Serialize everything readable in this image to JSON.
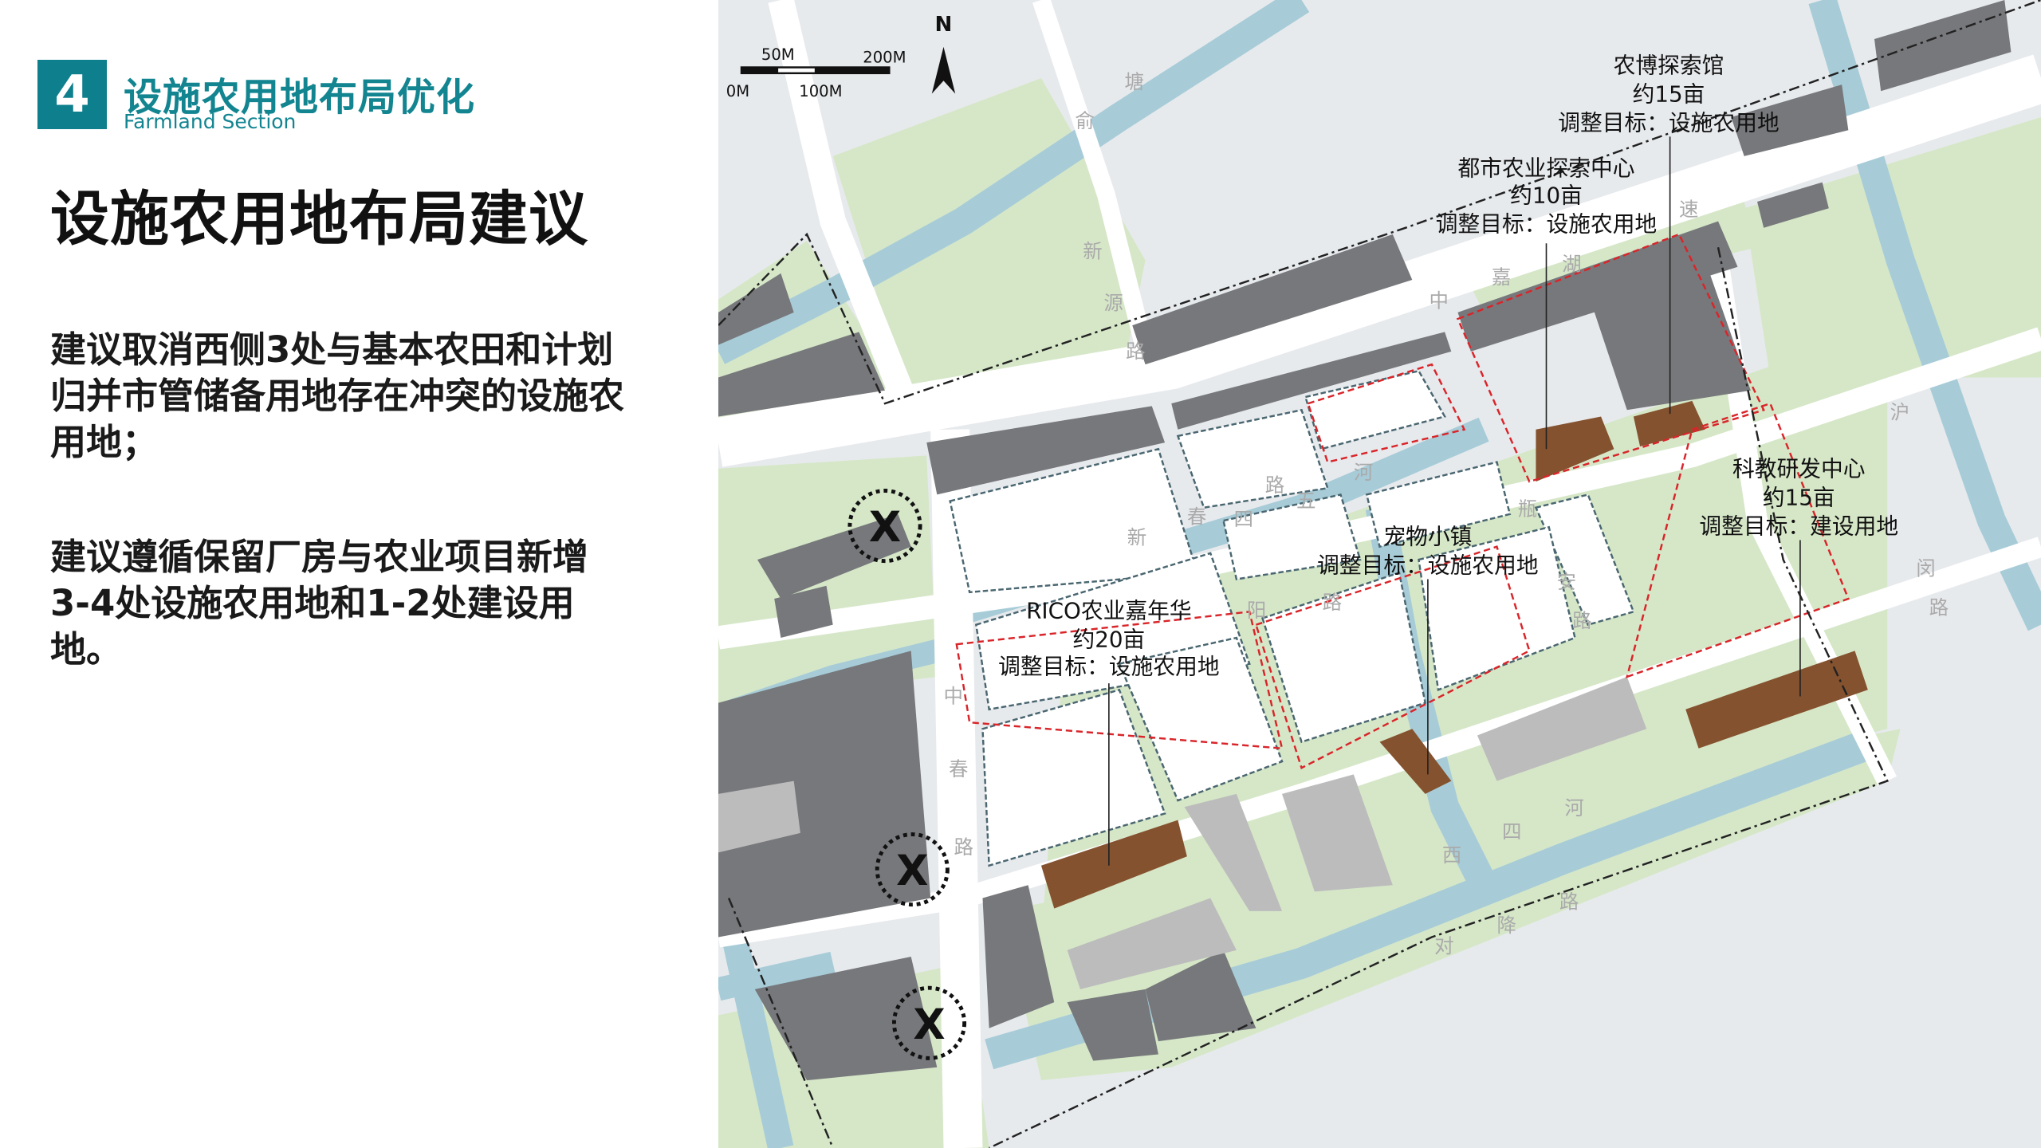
{
  "section": {
    "number": "4",
    "title": "设施农用地布局优化",
    "subtitle": "Farmland Section"
  },
  "page_title": "设施农用地布局建议",
  "paragraphs": [
    "建议取消西侧3处与基本农田和计划归并市管储备用地存在冲突的设施农用地；",
    "建议遵循保留厂房与农业项目新增3-4处设施农用地和1-2处建设用地。"
  ],
  "map": {
    "north_label": "N",
    "scale_labels": [
      "0M",
      "50M",
      "100M",
      "200M"
    ],
    "annotations": [
      {
        "name": "农博探索馆",
        "area": "约15亩",
        "target": "调整目标：设施农用地"
      },
      {
        "name": "都市农业探索中心",
        "area": "约10亩",
        "target": "调整目标：设施农用地"
      },
      {
        "name": "科教研发中心",
        "area": "约15亩",
        "target": "调整目标：建设用地"
      },
      {
        "name": "宠物小镇",
        "target": "调整目标：设施农用地"
      },
      {
        "name": "RICO农业嘉年华",
        "area": "约20亩",
        "target": "调整目标：设施农用地"
      }
    ],
    "road_labels": [
      "俞",
      "塘",
      "新",
      "源",
      "路",
      "中",
      "嘉",
      "湖",
      "速",
      "新",
      "春",
      "四",
      "路",
      "五",
      "河",
      "瓶",
      "安",
      "路",
      "阳",
      "路",
      "中",
      "春",
      "路",
      "西",
      "四",
      "河",
      "沪",
      "闵",
      "路",
      "对",
      "降",
      "路"
    ],
    "removal_marker": "X",
    "colors": {
      "building": "#77787b",
      "light_building": "#bcbcbc",
      "proposed": "#85522f",
      "water": "#a7ccd8",
      "green": "#d6e7c8",
      "boundary_red": "#d9252a",
      "accent": "#0e7f8c"
    }
  }
}
